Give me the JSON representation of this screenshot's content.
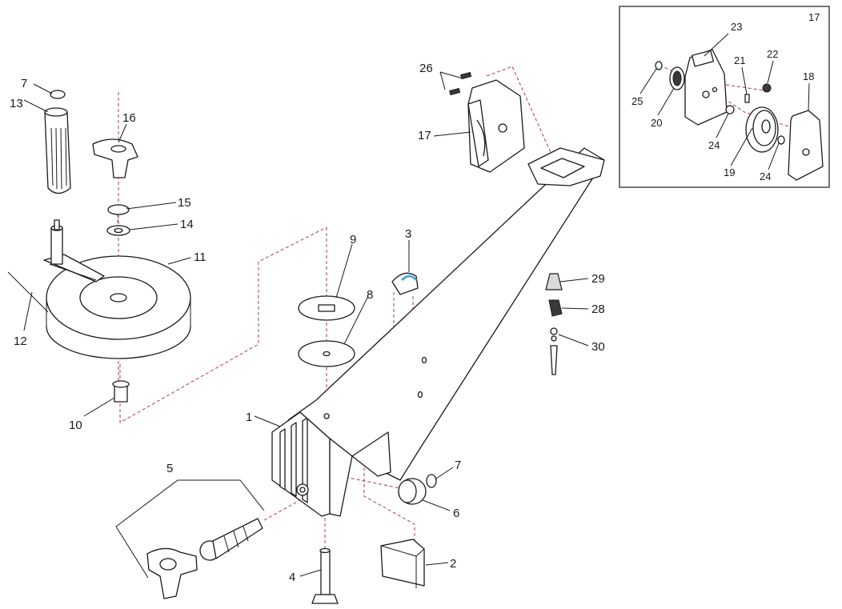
{
  "callouts": {
    "c1": "1",
    "c2": "2",
    "c3": "3",
    "c4": "4",
    "c5": "5",
    "c6": "6",
    "c7a": "7",
    "c7b": "7",
    "c8": "8",
    "c9": "9",
    "c10": "10",
    "c11": "11",
    "c12": "12",
    "c13": "13",
    "c14": "14",
    "c15": "15",
    "c16": "16",
    "c17": "17",
    "c26": "26",
    "c28": "28",
    "c29": "29",
    "c30": "30"
  },
  "inset": {
    "label": "17",
    "c18": "18",
    "c19": "19",
    "c20": "20",
    "c21": "21",
    "c22": "22",
    "c23": "23",
    "c24a": "24",
    "c24b": "24",
    "c25": "25"
  },
  "colors": {
    "line": "#1a1a1a",
    "guide": "#b0306e",
    "highlight": "#4aa8e0"
  }
}
